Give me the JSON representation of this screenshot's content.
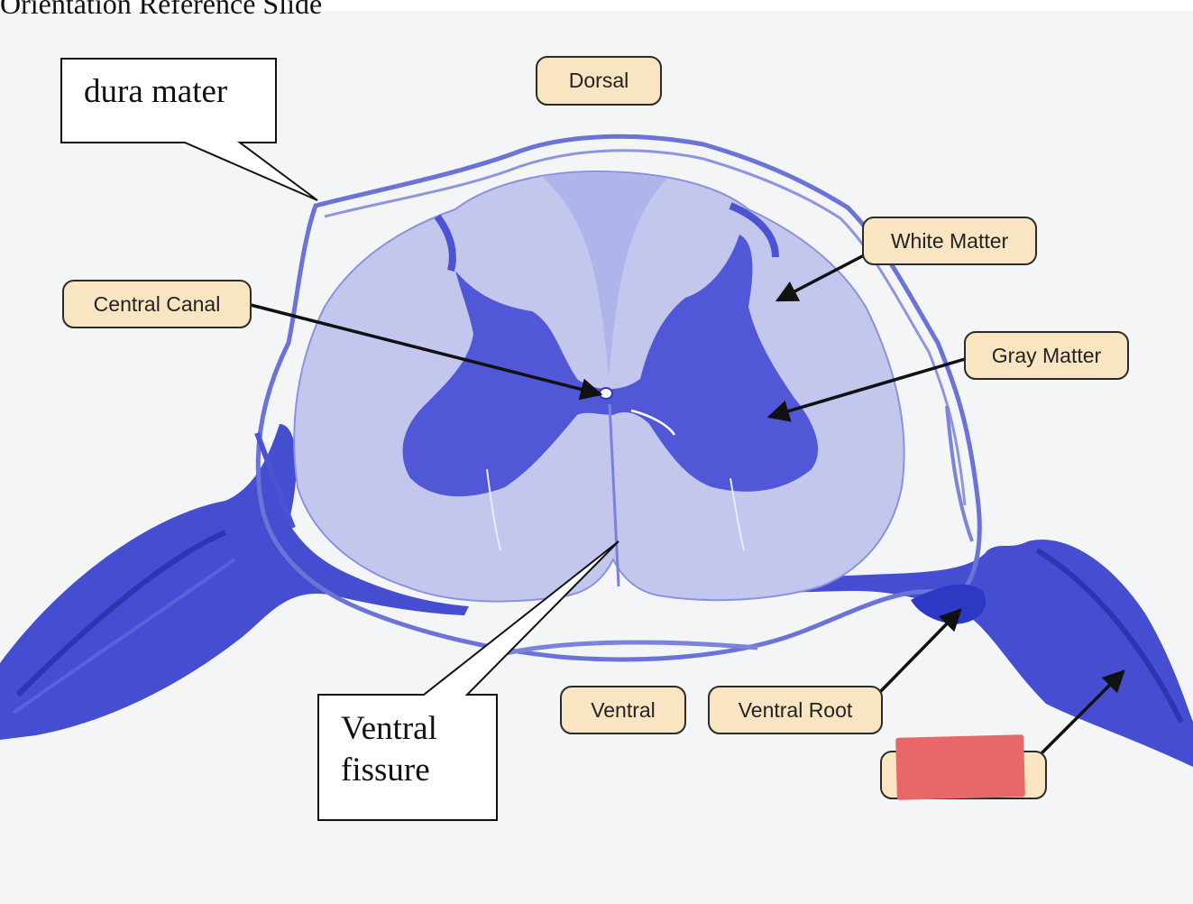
{
  "header": {
    "title": "Orientation Reference Slide"
  },
  "labels": {
    "dorsal": "Dorsal",
    "white_matter": "White Matter",
    "central_canal": "Central Canal",
    "gray_matter": "Gray Matter",
    "ventral": "Ventral",
    "ventral_root": "Ventral Root",
    "hidden_label_fragment": ":"
  },
  "callouts": {
    "dura_mater": "dura mater",
    "ventral_fissure_line1": "Ventral",
    "ventral_fissure_line2": "fissure"
  },
  "colors": {
    "label_fill": "#fae5c3",
    "stain_dark": "#4a52d6",
    "stain_light": "#b9bfe9",
    "redaction": "#e8686a"
  }
}
